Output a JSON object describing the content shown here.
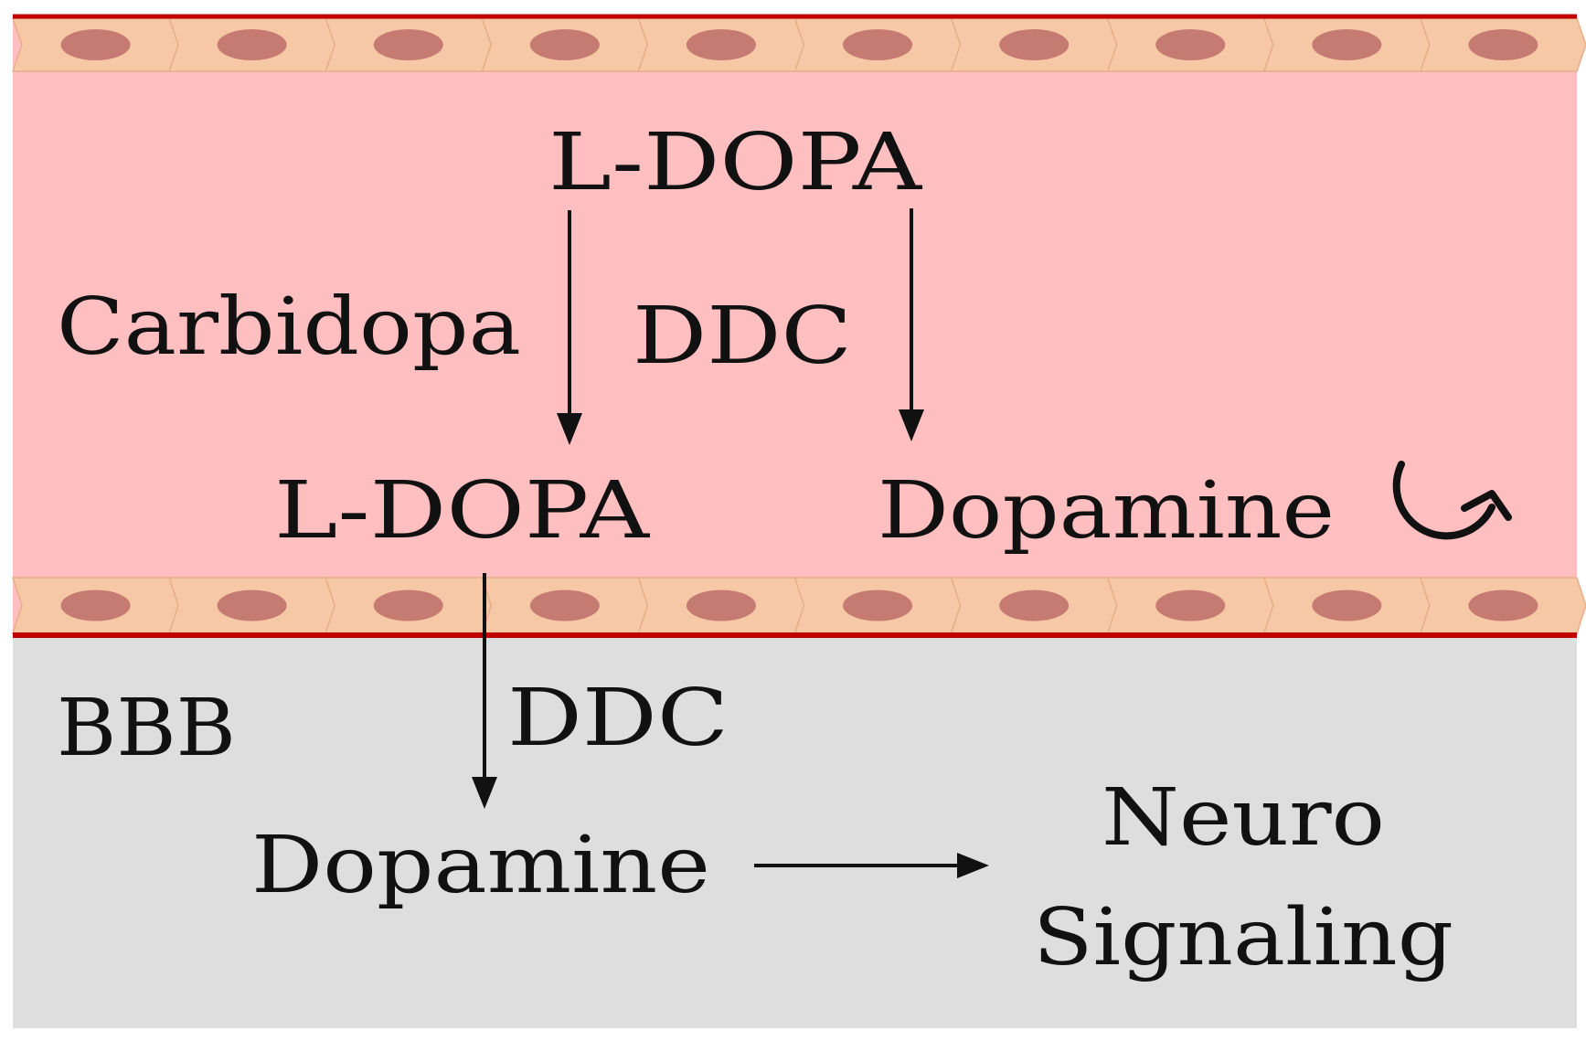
{
  "colors": {
    "blood_vessel": "#FFBFC0",
    "brain": "#DEDEDE",
    "endothelial_cell": "#F6C8A6",
    "cell_nucleus": "#C57A72",
    "barrier_line": "#C00000",
    "bbb_text": "#C00000",
    "arrow": "#111111"
  },
  "labels": {
    "ldopa_top": "L-DOPA",
    "carbidopa": "Carbidopa",
    "ddc_vessel": "DDC",
    "ldopa_mid": "L-DOPA",
    "dopamine_vessel": "Dopamine",
    "bbb": "BBB",
    "ddc_brain": "DDC",
    "dopamine_brain": "Dopamine",
    "neuro_line1": "Neuro",
    "neuro_line2": "Signaling"
  },
  "icons": {
    "recycle_arrow": "circular-arrow-icon"
  }
}
